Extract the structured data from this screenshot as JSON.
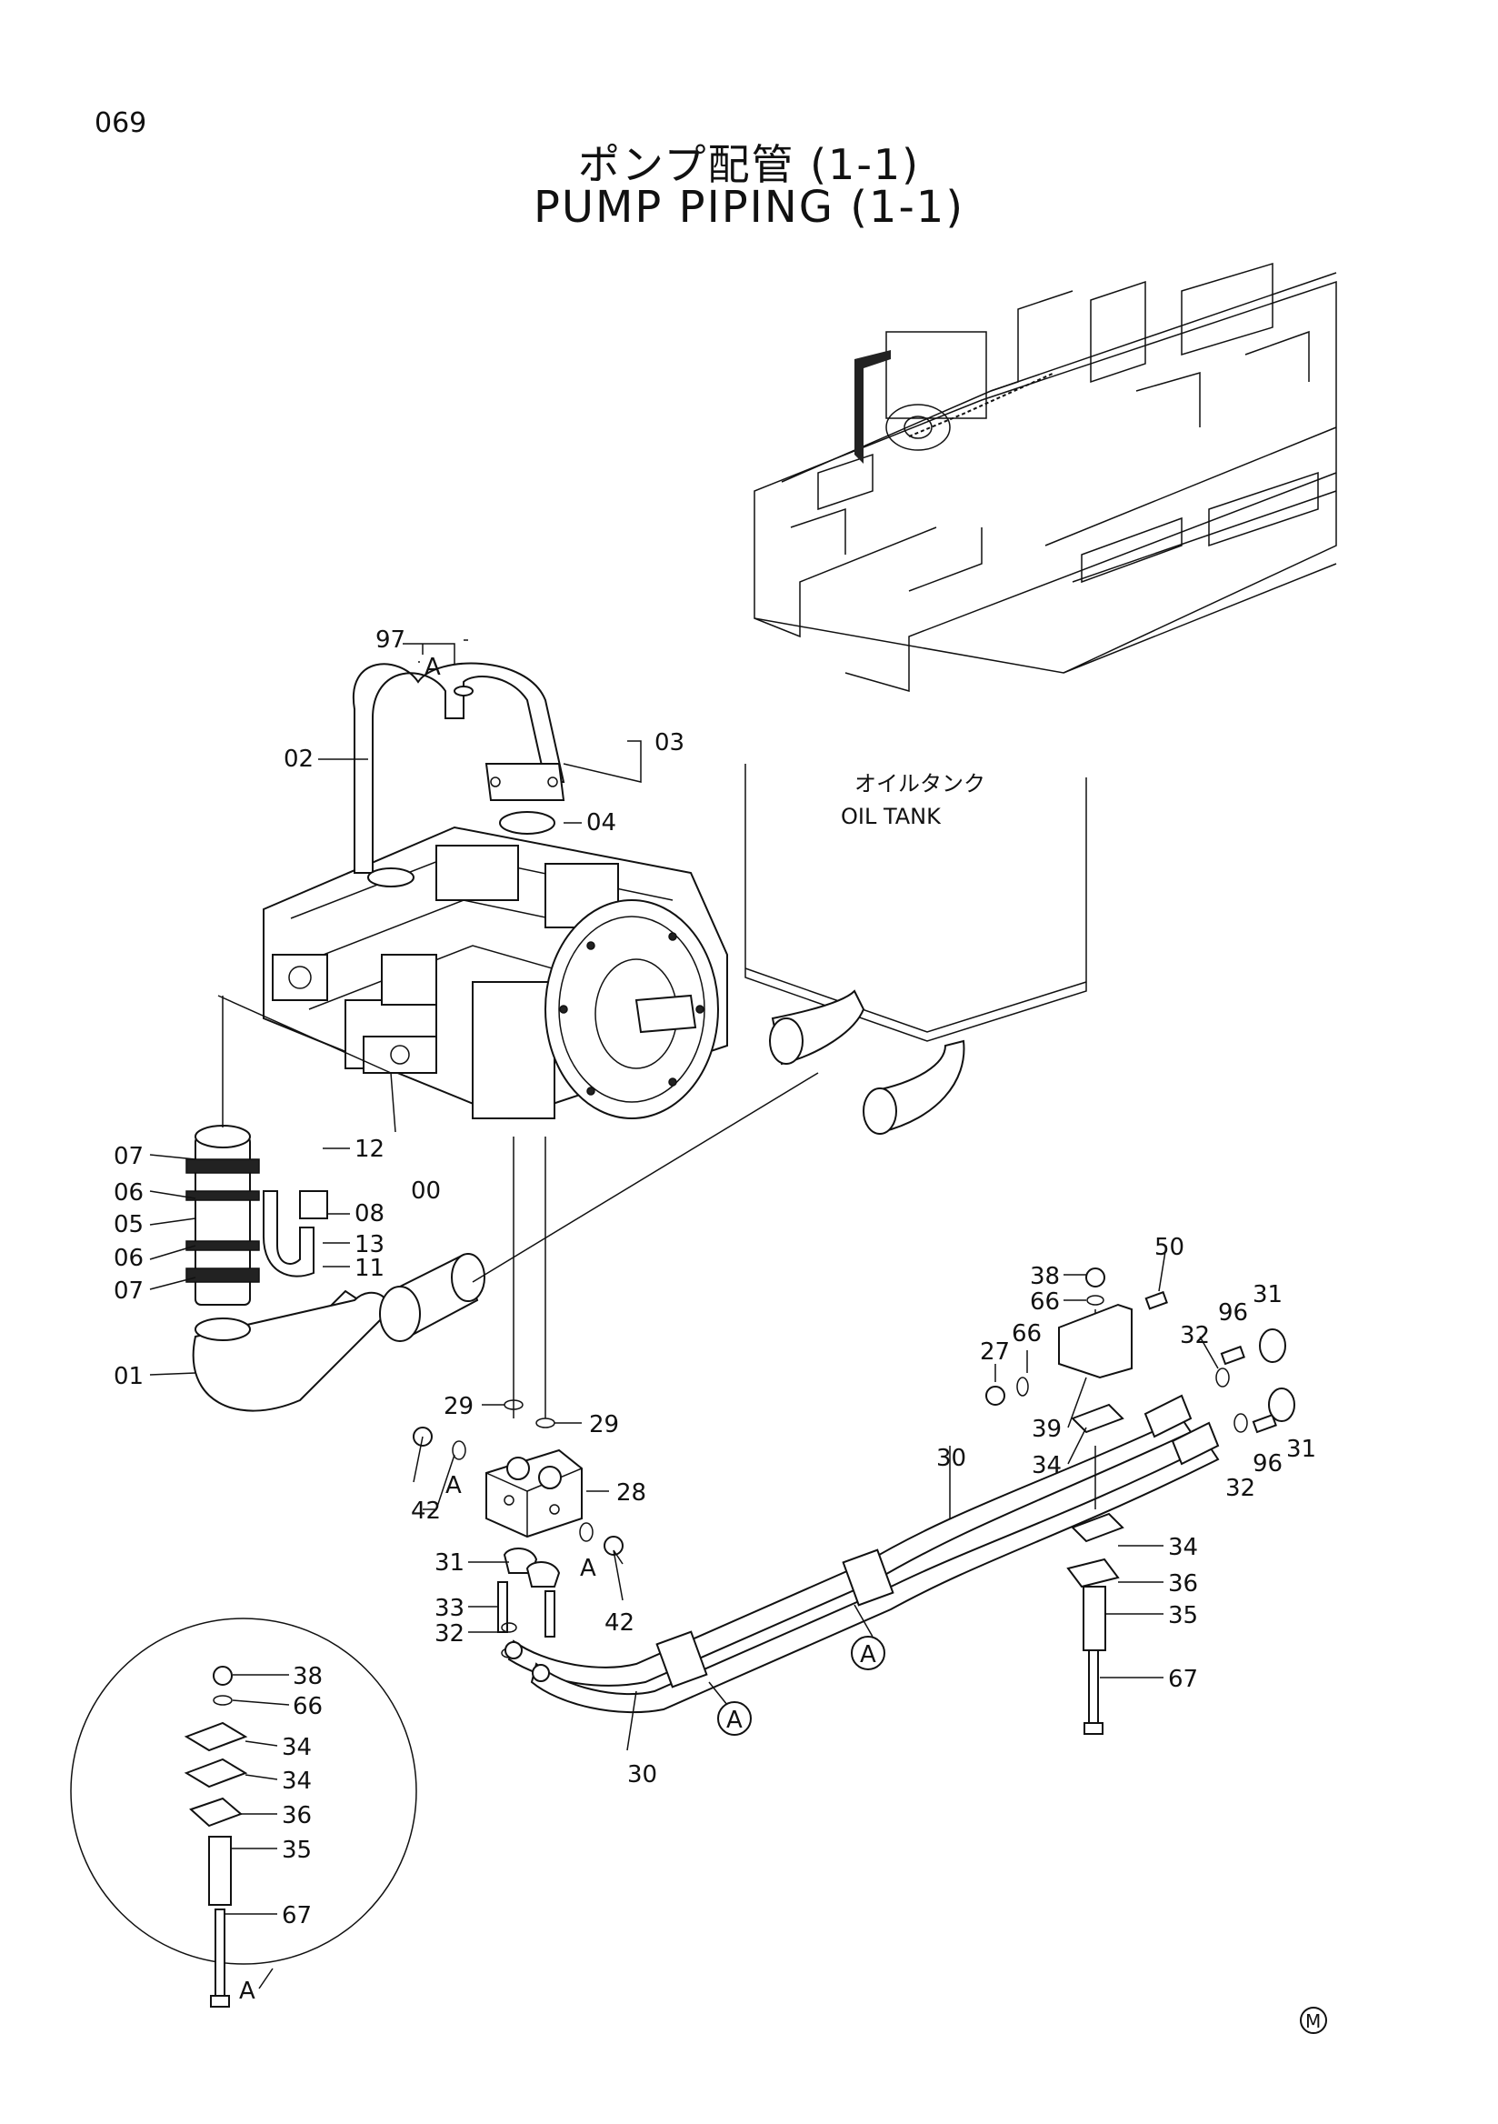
{
  "page": {
    "number": "069",
    "title_jp": "ポンプ配管 (1-1)",
    "title_en": "PUMP PIPING (1-1)"
  },
  "tank": {
    "label_jp": "オイルタンク",
    "label_en": "OIL TANK"
  },
  "callouts": {
    "c97": "97",
    "c02": "02",
    "c03": "03",
    "c04": "04",
    "c07a": "07",
    "c06a": "06",
    "c05": "05",
    "c06b": "06",
    "c07b": "07",
    "c01": "01",
    "c12": "12",
    "c08": "08",
    "c13": "13",
    "c11": "11",
    "c00": "00",
    "c29a": "29",
    "c29b": "29",
    "c28": "28",
    "c42a": "42",
    "c42b": "42",
    "c31a": "31",
    "c33": "33",
    "c32a": "32",
    "c30a": "30",
    "c30b": "30",
    "c38": "38",
    "c66a": "66",
    "c50": "50",
    "c27": "27",
    "c66b": "66",
    "c39": "39",
    "c34a": "34",
    "c32b": "32",
    "c96a": "96",
    "c31b": "31",
    "c96b": "96",
    "c31c": "31",
    "c32c": "32",
    "c34b": "34",
    "c36": "36",
    "c35": "35",
    "c67": "67",
    "d38": "38",
    "d66": "66",
    "d34a": "34",
    "d34b": "34",
    "d36": "36",
    "d35": "35",
    "d67": "67"
  },
  "refs": {
    "detail_ref": "A",
    "a1": "A",
    "a2": "A",
    "a3": "A",
    "a4": "A",
    "a5": "A",
    "detail_label": "A"
  },
  "mark": "M"
}
